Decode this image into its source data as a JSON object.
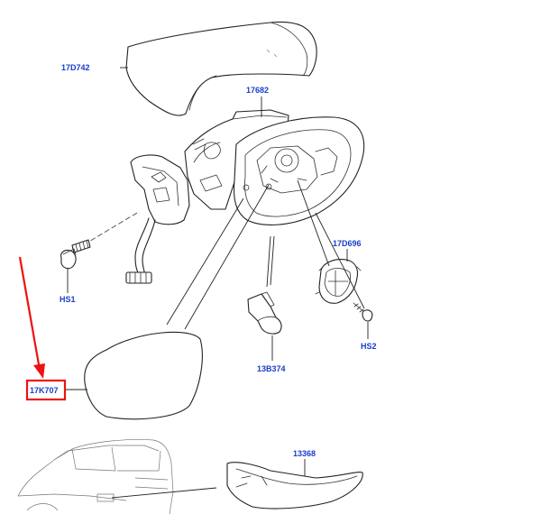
{
  "diagram": {
    "part_labels": {
      "mirror_cover": "17D742",
      "mirror_housing": "17682",
      "motor": "17D696",
      "screw_hs1": "HS1",
      "screw_hs2": "HS2",
      "puddle_lamp": "13B374",
      "mirror_glass": "17K707",
      "side_indicator": "13368"
    },
    "highlight_color": "#ee1111",
    "label_color": "#1a3ec8"
  }
}
